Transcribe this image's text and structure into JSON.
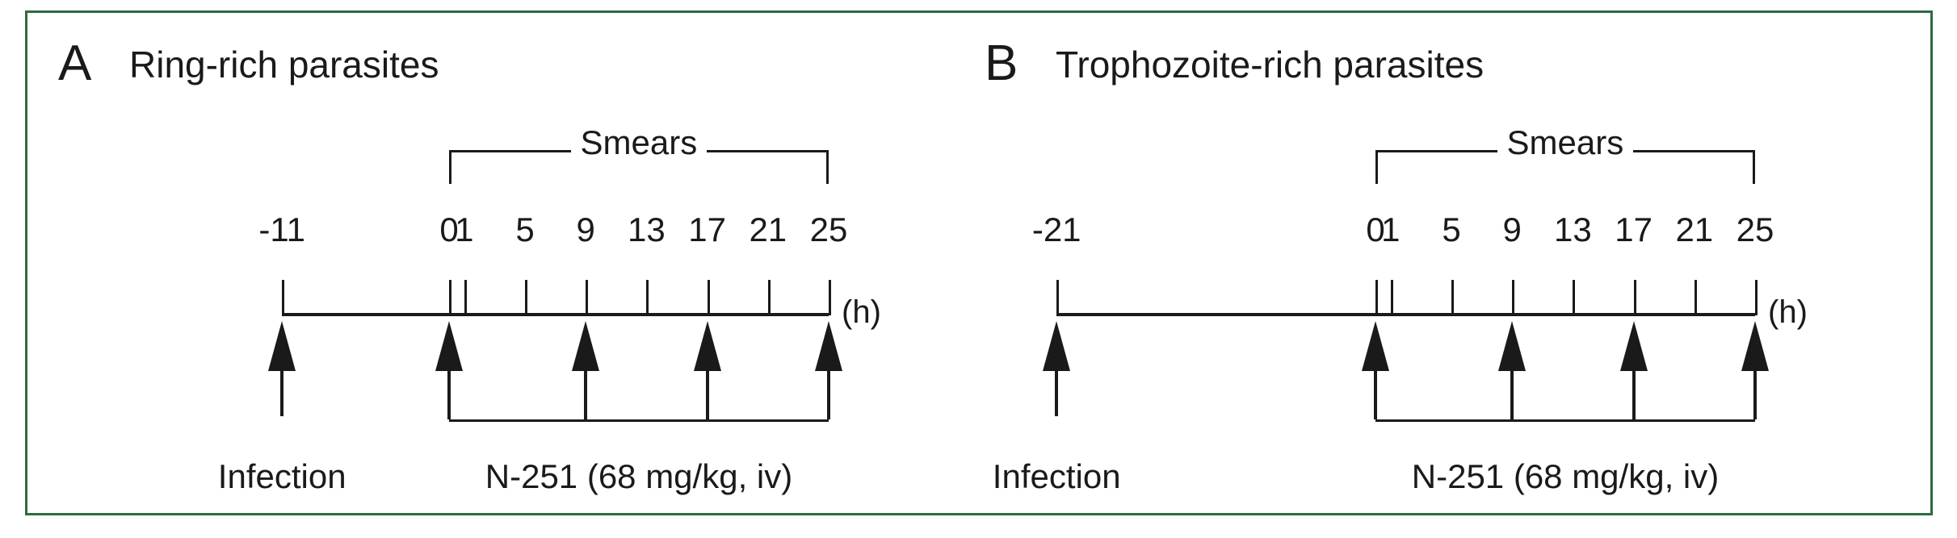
{
  "figure": {
    "border_color": "#2d6b3f",
    "ink_color": "#1a1a1a",
    "background": "#ffffff",
    "axis_unit": "(h)",
    "smears_label": "Smears",
    "infection_label": "Infection",
    "treatment_label": "N-251 (68 mg/kg, iv)"
  },
  "panels": [
    {
      "letter": "A",
      "title": "Ring-rich parasites",
      "infection_time": -11,
      "infection_label": "Infection",
      "treatment_label": "N-251 (68 mg/kg, iv)",
      "smears_label": "Smears",
      "axis_unit": "(h)",
      "tick_labels": [
        "-11",
        "0",
        "1",
        "5",
        "9",
        "13",
        "17",
        "21",
        "25"
      ],
      "tick_times": [
        -11,
        0,
        1,
        5,
        9,
        13,
        17,
        21,
        25
      ],
      "smears_span": [
        0,
        25
      ],
      "arrow_times": [
        -11,
        0,
        9,
        17,
        25
      ],
      "dose_times": [
        0,
        9,
        17,
        25
      ]
    },
    {
      "letter": "B",
      "title": "Trophozoite-rich parasites",
      "infection_time": -21,
      "infection_label": "Infection",
      "treatment_label": "N-251 (68 mg/kg, iv)",
      "smears_label": "Smears",
      "axis_unit": "(h)",
      "tick_labels": [
        "-21",
        "0",
        "1",
        "5",
        "9",
        "13",
        "17",
        "21",
        "25"
      ],
      "tick_times": [
        -21,
        0,
        1,
        5,
        9,
        13,
        17,
        21,
        25
      ],
      "smears_span": [
        0,
        25
      ],
      "arrow_times": [
        -21,
        0,
        9,
        17,
        25
      ],
      "dose_times": [
        0,
        9,
        17,
        25
      ]
    }
  ]
}
